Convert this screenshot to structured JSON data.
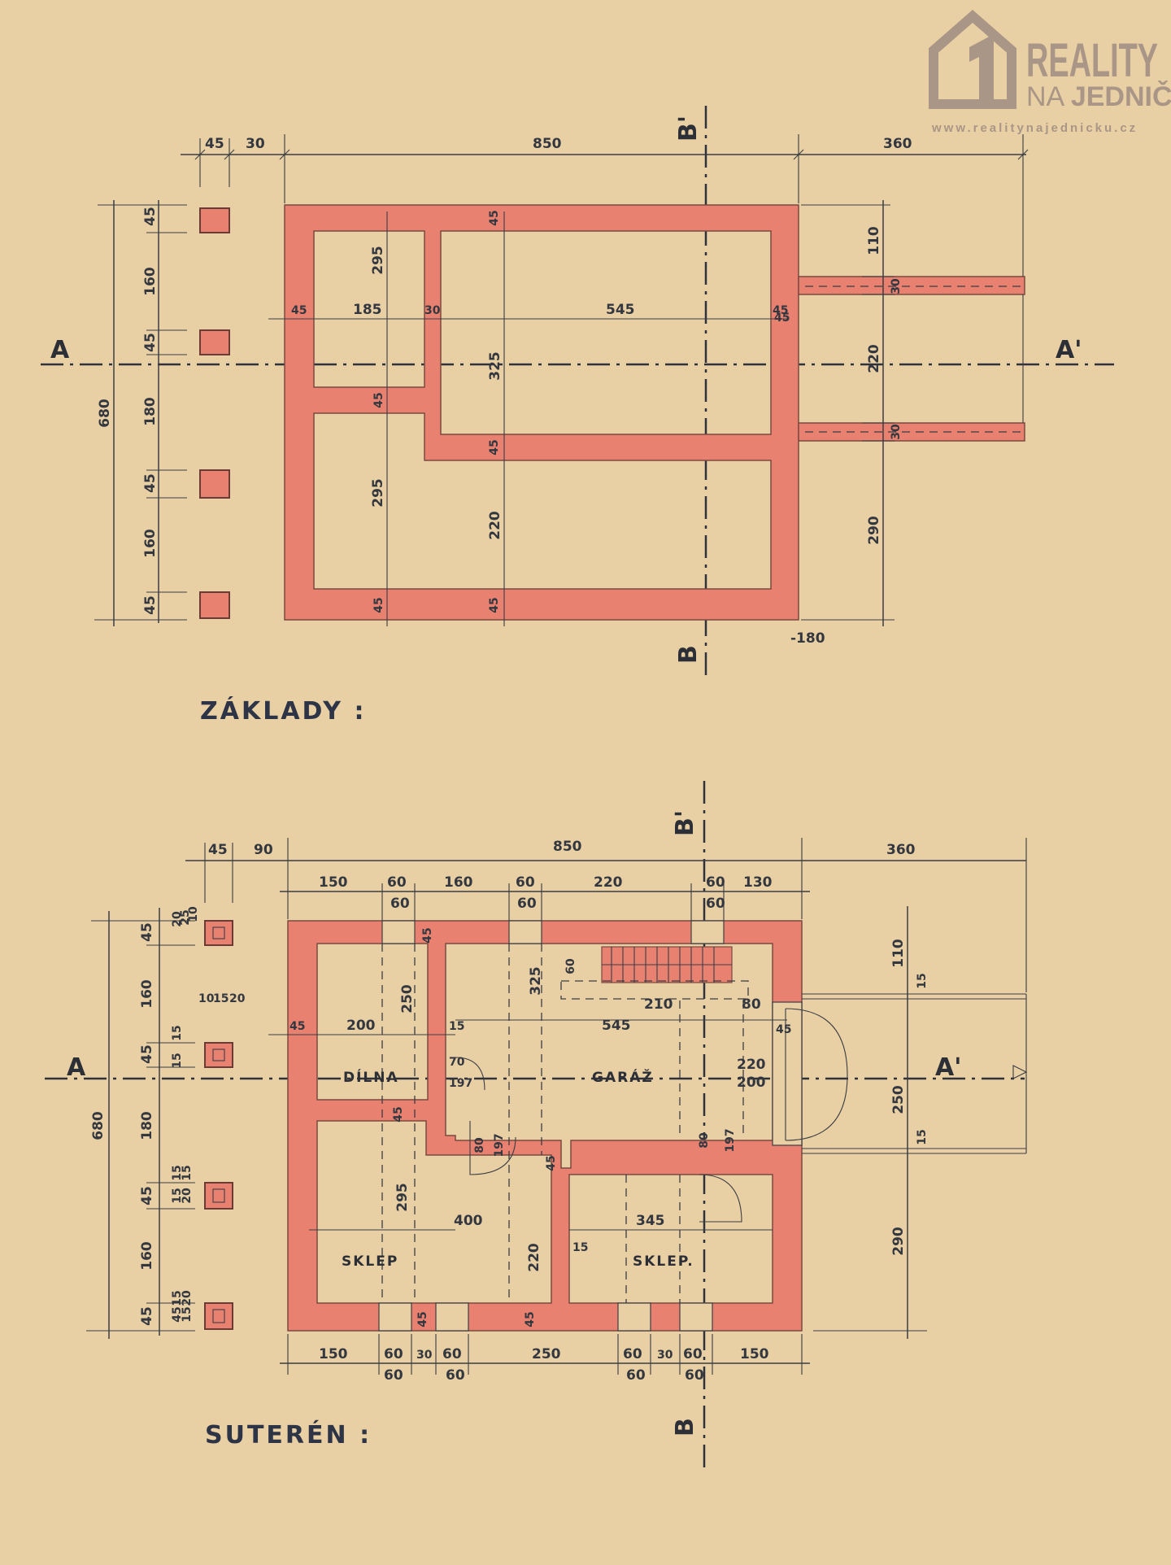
{
  "logo": {
    "line1": "REALITY",
    "line2_a": "NA ",
    "line2_b": "JEDNIČKU",
    "url": "www.realitynajednicku.cz",
    "mark_color": "#a99686"
  },
  "colors": {
    "wall": "#e98170",
    "paper": "#e9cfa4",
    "ink": "#33373f"
  },
  "plans": {
    "zaklady": {
      "title": "ZÁKLADY :",
      "axis": {
        "a_left": "A",
        "a_right": "A'",
        "b_top": "B'",
        "b_bottom": "B"
      },
      "dims_top": [
        "45",
        "30",
        "850",
        "360"
      ],
      "dims_left": [
        "45",
        "160",
        "45",
        "180",
        "45",
        "160",
        "45"
      ],
      "dim_overall": "680",
      "dims_right": [
        "110",
        "30",
        "220",
        "30",
        "290"
      ],
      "dim_level": "-180",
      "inner": [
        "295",
        "45",
        "185",
        "30",
        "545",
        "45",
        "45",
        "325",
        "45",
        "45",
        "295",
        "220",
        "45",
        "45",
        "45"
      ]
    },
    "suteren": {
      "title": "SUTERÉN :",
      "axis": {
        "a_left": "A",
        "a_right": "A'",
        "b_top": "B'",
        "b_bottom": "B"
      },
      "dims_top_overall": [
        "45",
        "90",
        "850",
        "360"
      ],
      "dims_top": [
        "150",
        "60",
        "160",
        "60",
        "220",
        "60",
        "130"
      ],
      "dims_top_sub": [
        "60",
        "60",
        "60"
      ],
      "dims_bottom": [
        "150",
        "60",
        "30",
        "60",
        "250",
        "60",
        "30",
        "60",
        "150"
      ],
      "dims_bottom_sub": [
        "60",
        "60",
        "60",
        "60"
      ],
      "dims_left": [
        "45",
        "160",
        "45",
        "180",
        "45",
        "160",
        "45"
      ],
      "dims_left_small": [
        "20",
        "25",
        "10",
        "10",
        "15",
        "20",
        "15",
        "15",
        "15",
        "15",
        "20",
        "15",
        "45",
        "20",
        "15",
        "15"
      ],
      "dim_overall": "680",
      "dims_right": [
        "110",
        "15",
        "250",
        "15",
        "290"
      ],
      "rooms": {
        "dilna": "DÍLNA",
        "garaz": "GARÁŽ",
        "sklep1": "SKLEP",
        "sklep2": "SKLEP."
      },
      "inner": [
        "250",
        "200",
        "45",
        "15",
        "45",
        "325",
        "60",
        "210",
        "80",
        "545",
        "45",
        "220",
        "200",
        "70",
        "197",
        "80",
        "197",
        "80",
        "197",
        "45",
        "45",
        "295",
        "400",
        "345",
        "220",
        "15",
        "45",
        "45"
      ]
    }
  }
}
